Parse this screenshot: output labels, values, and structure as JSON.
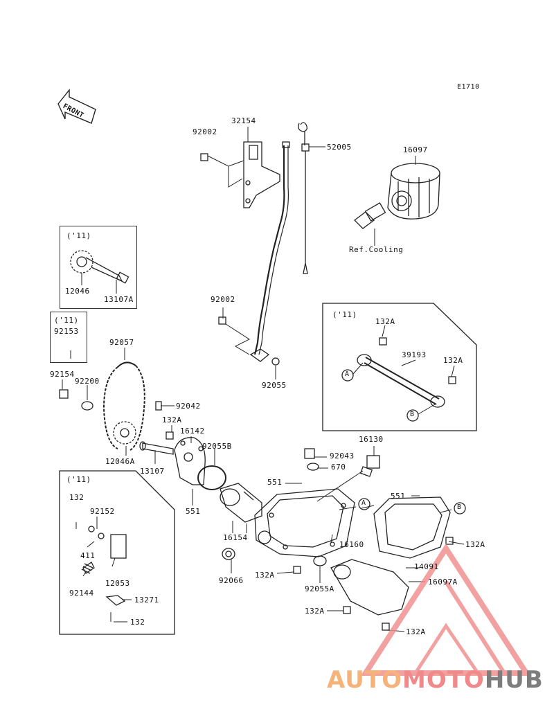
{
  "diagram_code": "E1710",
  "front_label": "FRONT",
  "year_tag": "('11)",
  "callout_a": "A",
  "callout_b": "B",
  "parts": {
    "p32154": "32154",
    "p92002_top": "92002",
    "p52005": "52005",
    "p16097": "16097",
    "ref_cooling": "Ref.Cooling",
    "p12046": "12046",
    "p13107A": "13107A",
    "p92002_mid": "92002",
    "p92055": "92055",
    "p92153": "92153",
    "p92057": "92057",
    "p92154": "92154",
    "p92200": "92200",
    "p92042": "92042",
    "p132A_pump": "132A",
    "p16142": "16142",
    "p92055B": "92055B",
    "p12046A": "12046A",
    "p13107": "13107",
    "p551_pump": "551",
    "p132_top": "132",
    "p92152": "92152",
    "p411": "411",
    "p12053": "12053",
    "p92144": "92144",
    "p13271": "13271",
    "p132_bot": "132",
    "p132A_r1": "132A",
    "p39193": "39193",
    "p132A_r2": "132A",
    "p16130": "16130",
    "p92043": "92043",
    "p670": "670",
    "p551_a": "551",
    "p551_b": "551",
    "p16154": "16154",
    "p16160": "16160",
    "p132A_b": "132A",
    "p14091": "14091",
    "p16097A": "16097A",
    "p92066": "92066",
    "p132A_c": "132A",
    "p92055A": "92055A",
    "p132A_d": "132A",
    "p132A_e": "132A"
  },
  "watermark": {
    "part1": "AUTO",
    "part2": "MOTO",
    "part3": "HUB"
  },
  "colors": {
    "line": "#222222",
    "watermark_orange": "#f5b37a",
    "watermark_red": "#f08a8a",
    "watermark_gray": "#7d7d7d"
  }
}
